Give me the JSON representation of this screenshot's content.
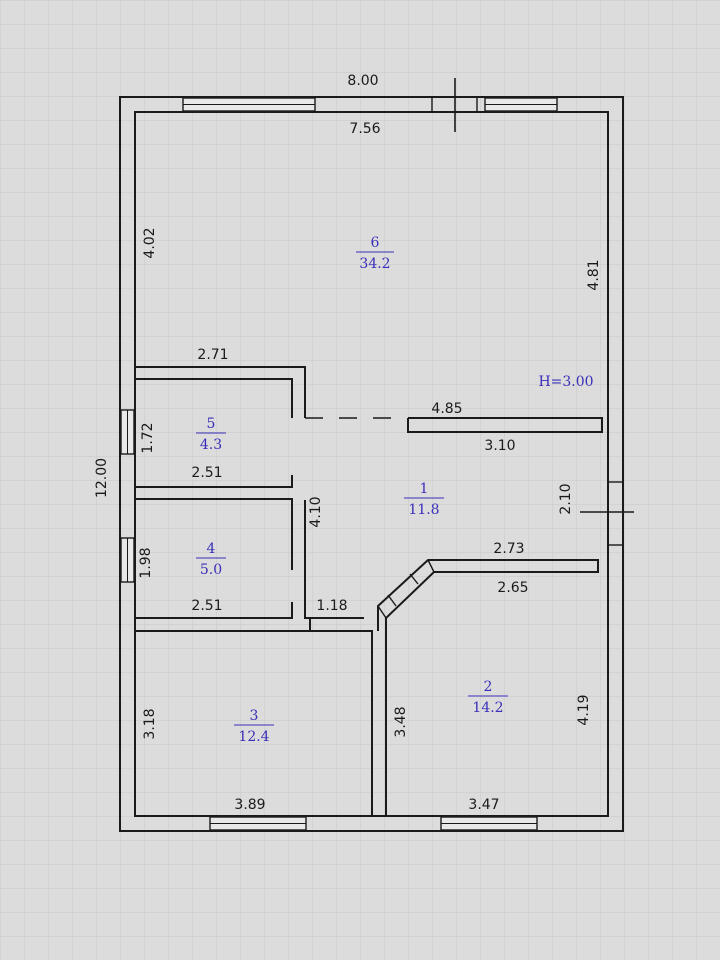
{
  "colors": {
    "background": "#dcdcdc",
    "grid": "#c9c9c9",
    "wall": "#1a1a1a",
    "room_label": "#3a2fb8"
  },
  "ceiling_height": "H=3.00",
  "dimensions": {
    "overall_width": "8.00",
    "overall_height": "12.00",
    "top_inner": "7.56",
    "room6_left": "4.02",
    "room6_right": "4.81",
    "room5_top": "2.71",
    "room5_side": "1.72",
    "room5_bottom": "2.51",
    "hall_partition": "4.85",
    "hall_partition_inner": "3.10",
    "hall_side": "4.10",
    "hall_right": "2.10",
    "room4_side": "1.98",
    "room4_bottom": "2.51",
    "corridor_gap": "1.18",
    "room2_top": "2.73",
    "room2_top_inner": "2.65",
    "room3_side": "3.18",
    "room3_inner_side": "3.48",
    "room3_bottom": "3.89",
    "room2_right": "4.19",
    "room2_bottom": "3.47"
  },
  "rooms": [
    {
      "number": "6",
      "area": "34.2"
    },
    {
      "number": "5",
      "area": "4.3"
    },
    {
      "number": "1",
      "area": "11.8"
    },
    {
      "number": "4",
      "area": "5.0"
    },
    {
      "number": "3",
      "area": "12.4"
    },
    {
      "number": "2",
      "area": "14.2"
    }
  ]
}
